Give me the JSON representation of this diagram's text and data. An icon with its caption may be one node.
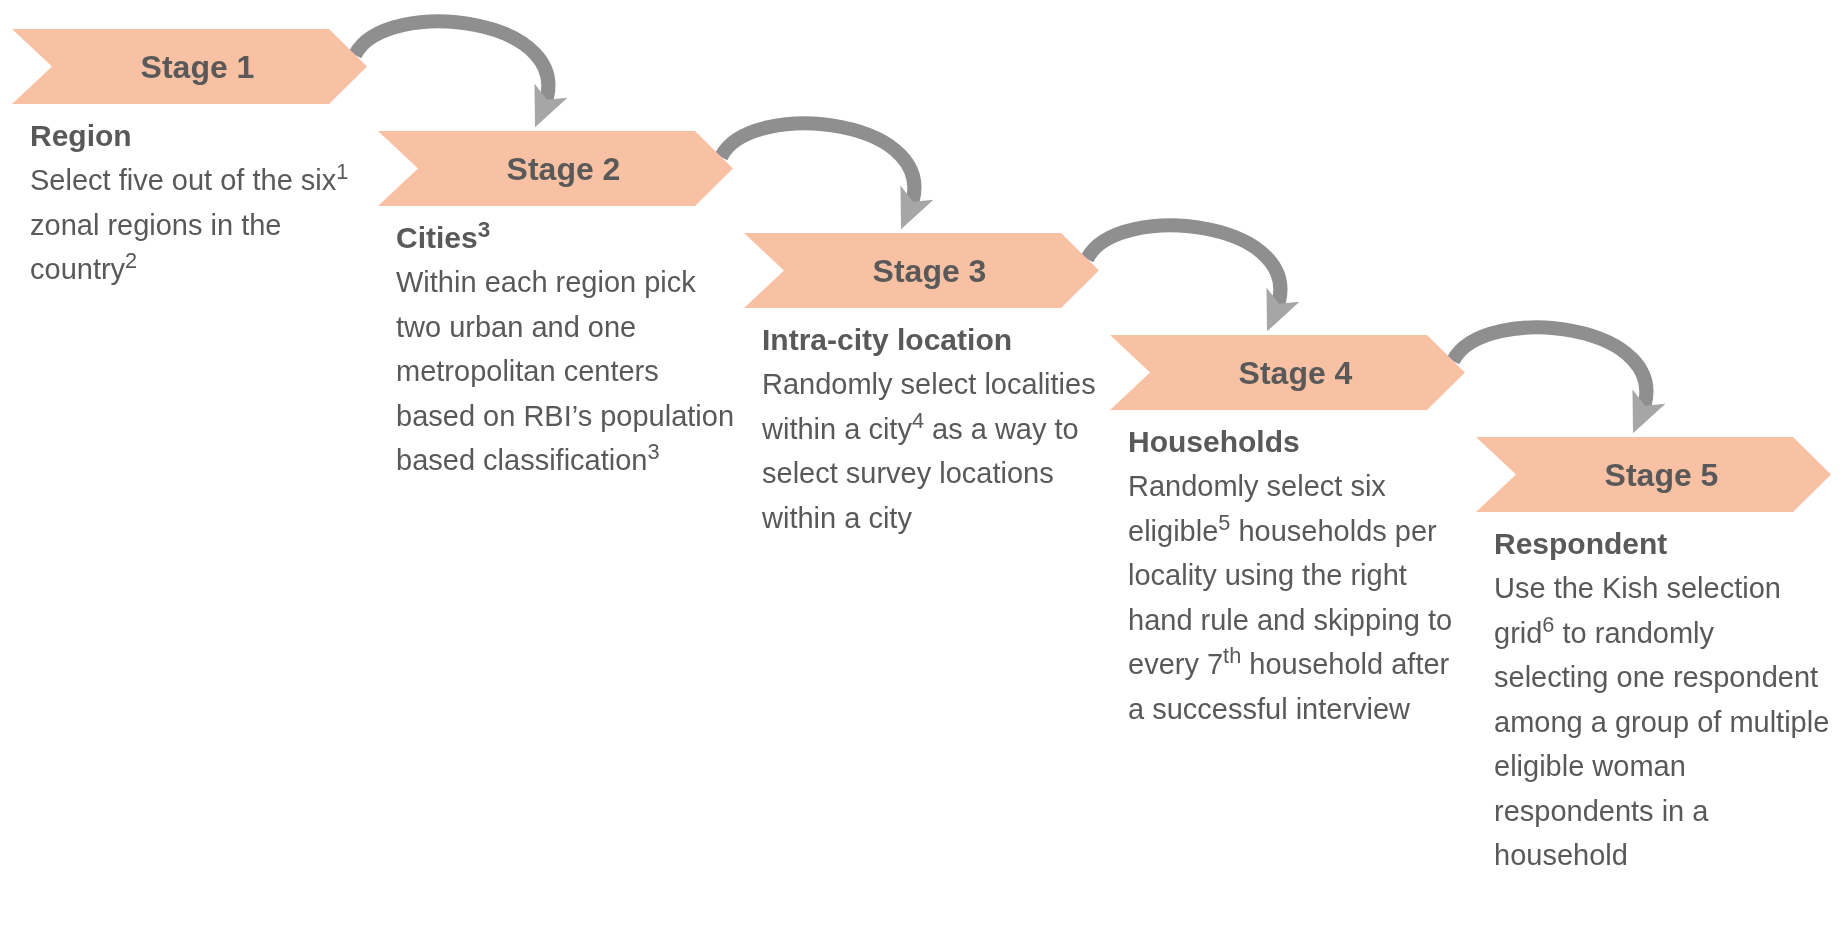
{
  "diagram": {
    "nodes": [
      {
        "text": [
          "Stage 1"
        ],
        "beside": [
          "Region",
          "Select five out of the six$^{1}$ zonal regions in the country$^{2}$"
        ]
      },
      {
        "text": [
          "Stage 2"
        ],
        "beside": [
          "Cities$^{3}$",
          "Within each region pick two urban and one metropolitan centers based on RBI’s population based classification$^{3}$"
        ]
      },
      {
        "text": [
          "Stage 3"
        ],
        "beside": [
          "Intra-city location",
          "Randomly select localities within a city$^{4}$ as a way to select survey locations within a city"
        ]
      },
      {
        "text": [
          "Stage 4"
        ],
        "beside": [
          "Households",
          "Randomly select six eligible$^{5}$ households per locality using the right hand rule and skipping to every 7$^{th}$ household after a successful interview"
        ]
      },
      {
        "text": [
          "Stage 5"
        ],
        "beside": [
          "Respondent",
          "Use the Kish selection grid$^{6}$ to randomly selecting one respondent among a group of multiple eligible woman respondents in a household"
        ]
      }
    ],
    "edges": [
      {
        "from": 0,
        "to": 1,
        "arrow": "to"
      },
      {
        "from": 1,
        "to": 2,
        "arrow": "to"
      },
      {
        "from": 2,
        "to": 3,
        "arrow": "to"
      },
      {
        "from": 3,
        "to": 4,
        "arrow": "to"
      }
    ]
  }
}
